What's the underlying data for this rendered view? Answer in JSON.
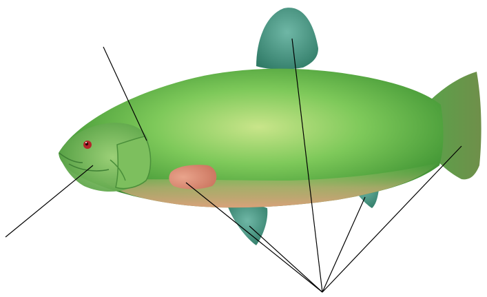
{
  "diagram": {
    "subject": "fish-anatomy",
    "colors": {
      "background": "#ffffff",
      "body_green": "#5fb14a",
      "body_light": "#c9e58a",
      "belly_tan": "#d9a27a",
      "fin_teal": "#3f8f7c",
      "fin_teal_light": "#6fb7a6",
      "pectoral_fin_pink": "#d98a72",
      "eye_red": "#b3262b",
      "leader_line": "#000000"
    },
    "parts": [
      "head",
      "operculum",
      "eye",
      "dorsal-fin",
      "pectoral-fin",
      "pelvic-fin",
      "anal-fin",
      "caudal-fin"
    ],
    "leader_lines": [
      {
        "target": "operculum"
      },
      {
        "target": "mouth"
      },
      {
        "target": "dorsal-fin"
      },
      {
        "target": "pectoral-fin"
      },
      {
        "target": "pelvic-fin"
      },
      {
        "target": "anal-fin"
      },
      {
        "target": "caudal-fin"
      }
    ]
  }
}
